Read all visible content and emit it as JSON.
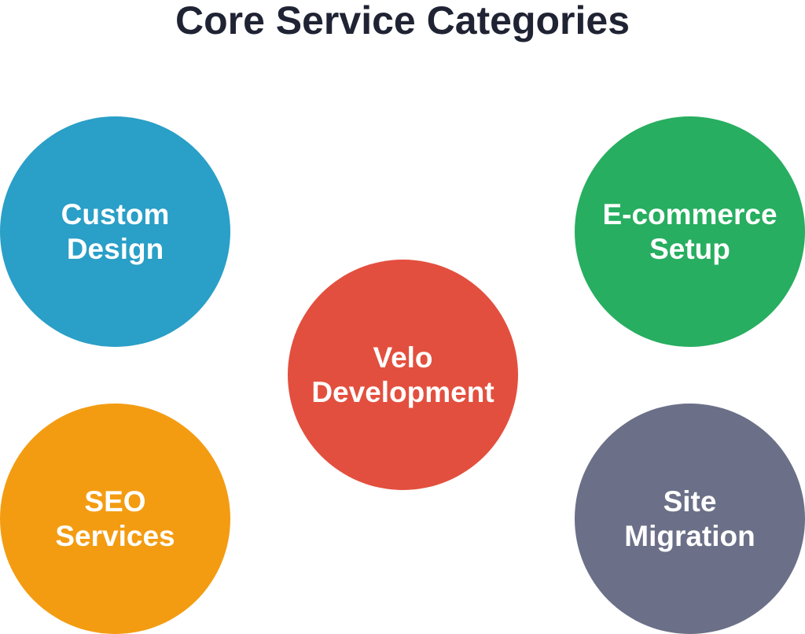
{
  "title": "Core Service Categories",
  "colors": {
    "title": "#1f2333",
    "label": "#ffffff"
  },
  "categories": [
    {
      "line1": "Custom",
      "line2": "Design",
      "color": "#2a9fc7"
    },
    {
      "line1": "E-commerce",
      "line2": "Setup",
      "color": "#27ae60"
    },
    {
      "line1": "Velo",
      "line2": "Development",
      "color": "#e34f3e"
    },
    {
      "line1": "SEO",
      "line2": "Services",
      "color": "#f39c12"
    },
    {
      "line1": "Site",
      "line2": "Migration",
      "color": "#6b7088"
    }
  ]
}
